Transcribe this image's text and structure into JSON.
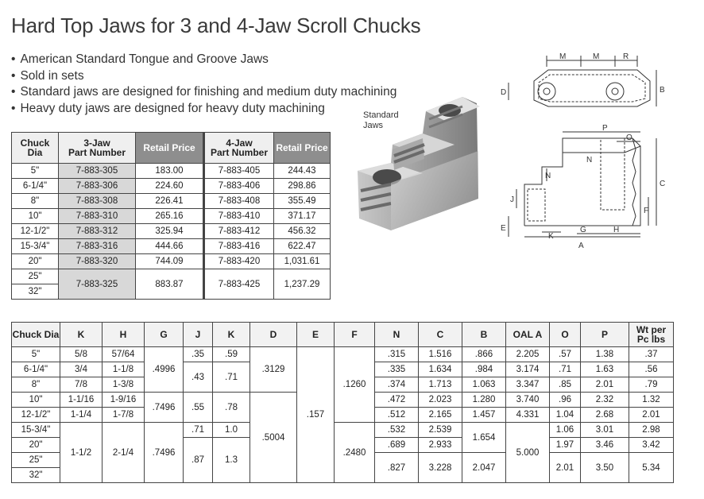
{
  "title": "Hard Top Jaws for 3 and 4-Jaw Scroll Chucks",
  "bullets": [
    "American Standard Tongue and Groove Jaws",
    "Sold in sets",
    "Standard jaws are designed for finishing and medium duty machining",
    "Heavy duty jaws are designed for heavy duty machining"
  ],
  "photo_label": [
    "Standard",
    "Jaws"
  ],
  "diagram_labels": {
    "M1": "M",
    "M2": "M",
    "R": "R",
    "D": "D",
    "B": "B",
    "P": "P",
    "O": "O",
    "N1": "N",
    "N2": "N",
    "J": "J",
    "C": "C",
    "F": "F",
    "E": "E",
    "K": "K",
    "G": "G",
    "H": "H",
    "A": "A"
  },
  "price_table": {
    "headers": [
      [
        "Chuck",
        "Dia"
      ],
      [
        "3-Jaw",
        "Part Number"
      ],
      [
        "Retail Price"
      ],
      [
        "4-Jaw",
        "Part Number"
      ],
      [
        "Retail Price"
      ]
    ],
    "rows": [
      [
        "5\"",
        "7-883-305",
        "183.00",
        "7-883-405",
        "244.43"
      ],
      [
        "6-1/4\"",
        "7-883-306",
        "224.60",
        "7-883-406",
        "298.86"
      ],
      [
        "8\"",
        "7-883-308",
        "226.41",
        "7-883-408",
        "355.49"
      ],
      [
        "10\"",
        "7-883-310",
        "265.16",
        "7-883-410",
        "371.17"
      ],
      [
        "12-1/2\"",
        "7-883-312",
        "325.94",
        "7-883-412",
        "456.32"
      ],
      [
        "15-3/4\"",
        "7-883-316",
        "444.66",
        "7-883-416",
        "622.47"
      ],
      [
        "20\"",
        "7-883-320",
        "744.09",
        "7-883-420",
        "1,031.61"
      ]
    ],
    "last": {
      "dia1": "25\"",
      "dia2": "32\"",
      "pn3": "7-883-325",
      "price3": "883.87",
      "pn4": "7-883-425",
      "price4": "1,237.29"
    }
  },
  "dim_table": {
    "headers": [
      "Chuck Dia",
      "K",
      "H",
      "G",
      "J",
      "K",
      "D",
      "E",
      "F",
      "N",
      "C",
      "B",
      "OAL A",
      "O",
      "P",
      "Wt per Pc lbs"
    ],
    "dia": [
      "5\"",
      "6-1/4\"",
      "8\"",
      "10\"",
      "12-1/2\"",
      "15-3/4\"",
      "20\"",
      "25\"",
      "32\""
    ],
    "K1": [
      "5/8",
      "3/4",
      "7/8",
      "1-1/16",
      "1-1/4",
      "1-1/2"
    ],
    "H": [
      "57/64",
      "1-1/8",
      "1-3/8",
      "1-9/16",
      "1-7/8",
      "2-1/4"
    ],
    "G": [
      ".4996",
      ".7496",
      ".7496"
    ],
    "J": [
      ".35",
      ".43",
      ".55",
      ".71",
      ".87"
    ],
    "K2": [
      ".59",
      ".71",
      ".78",
      "1.0",
      "1.3"
    ],
    "D": [
      ".3129",
      ".5004"
    ],
    "E": [
      ".157"
    ],
    "F": [
      ".1260",
      ".2480"
    ],
    "N": [
      ".315",
      ".335",
      ".374",
      ".472",
      ".512",
      ".532",
      ".689",
      ".827"
    ],
    "C": [
      "1.516",
      "1.634",
      "1.713",
      "2.023",
      "2.165",
      "2.539",
      "2.933",
      "3.228"
    ],
    "B": [
      ".866",
      ".984",
      "1.063",
      "1.280",
      "1.457",
      "1.654",
      "2.047"
    ],
    "OAL": [
      "2.205",
      "3.174",
      "3.347",
      "3.740",
      "4.331",
      "5.000"
    ],
    "O": [
      ".57",
      ".71",
      ".85",
      ".96",
      "1.04",
      "1.06",
      "1.97",
      "2.01"
    ],
    "P": [
      "1.38",
      "1.63",
      "2.01",
      "2.32",
      "2.68",
      "3.01",
      "3.46",
      "3.50"
    ],
    "Wt": [
      ".37",
      ".56",
      ".79",
      "1.32",
      "2.01",
      "2.98",
      "3.42",
      "5.34"
    ]
  }
}
